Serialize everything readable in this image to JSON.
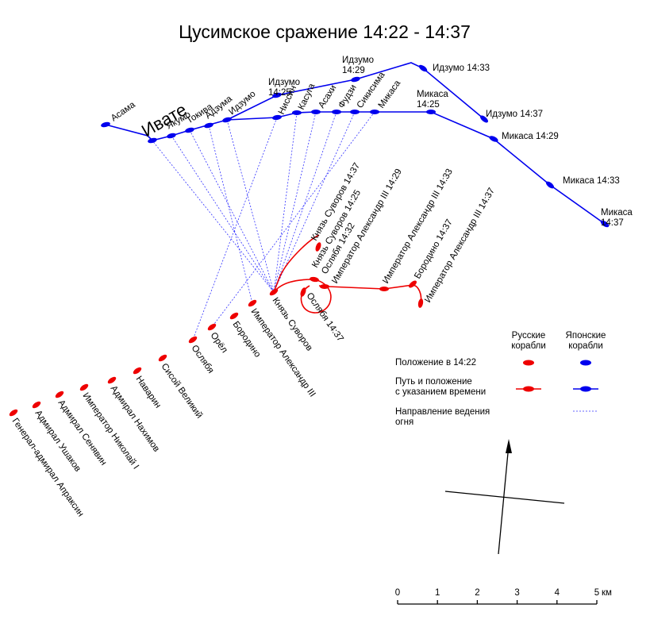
{
  "title": "Цусимское сражение 14:22 - 14:37",
  "colors": {
    "japanese": "#0000ee",
    "russian": "#ee0000",
    "fire": "#3333ff",
    "ink": "#000000"
  },
  "japanese_ships": [
    {
      "key": "asama",
      "label": "Асама"
    },
    {
      "key": "iwate",
      "label": "Ивате"
    },
    {
      "key": "yakumo",
      "label": "Якумо"
    },
    {
      "key": "tokiwa",
      "label": "Токива"
    },
    {
      "key": "azuma",
      "label": "Адзума"
    },
    {
      "key": "izumo",
      "label": "Идзумо"
    },
    {
      "key": "nisshin",
      "label": "Ниссин"
    },
    {
      "key": "kasuga",
      "label": "Касуга"
    },
    {
      "key": "asahi",
      "label": "Асахи"
    },
    {
      "key": "fuji",
      "label": "Фудзи"
    },
    {
      "key": "shikishima",
      "label": "Сикисима"
    },
    {
      "key": "mikasa",
      "label": "Микаса"
    }
  ],
  "japanese_track_labels": [
    {
      "key": "izumo-1425",
      "label": "Идзумо\n14:25"
    },
    {
      "key": "izumo-1429",
      "label": "Идзумо\n14:29"
    },
    {
      "key": "izumo-1433",
      "label": "Идзумо 14:33"
    },
    {
      "key": "izumo-1437",
      "label": "Идзумо 14:37"
    },
    {
      "key": "mikasa-1425",
      "label": "Микаса\n14:25"
    },
    {
      "key": "mikasa-1429",
      "label": "Микаса 14:29"
    },
    {
      "key": "mikasa-1433",
      "label": "Микаса 14:33"
    },
    {
      "key": "mikasa-1437",
      "label": "Микаса\n14:37"
    }
  ],
  "russian_ships": [
    {
      "key": "suvorov",
      "label": "Князь Суворов"
    },
    {
      "key": "alexander",
      "label": "Император Александр III"
    },
    {
      "key": "borodino",
      "label": "Бородино"
    },
    {
      "key": "orel",
      "label": "Орёл"
    },
    {
      "key": "oslyabya",
      "label": "Ослябя"
    },
    {
      "key": "sisoy",
      "label": "Сисой Великий"
    },
    {
      "key": "navarin",
      "label": "Наварин"
    },
    {
      "key": "nakhimov",
      "label": "Адмирал Нахимов"
    },
    {
      "key": "nikolai",
      "label": "Император Николай I"
    },
    {
      "key": "senyavin",
      "label": "Адмирал Сенявин"
    },
    {
      "key": "ushakov",
      "label": "Адмирал Ушаков"
    },
    {
      "key": "apraksin",
      "label": "Генерал-адмирал Апраксин"
    }
  ],
  "russian_track_labels": [
    {
      "key": "suvorov-1437",
      "label": "Князь Суворов 14:37"
    },
    {
      "key": "suvorov-1425",
      "label": "Князь Суворов 14:25"
    },
    {
      "key": "oslyabya-1432",
      "label": "Ослябя 14:32"
    },
    {
      "key": "alexander-1429",
      "label": "Император Александр III 14:29"
    },
    {
      "key": "alexander-1433",
      "label": "Император Александр III 14:33"
    },
    {
      "key": "borodino-1437",
      "label": "Бородино 14:37"
    },
    {
      "key": "alexander-1437",
      "label": "Император Александр III 14:37"
    },
    {
      "key": "oslyabya-1437",
      "label": "Ослябя 14:37"
    }
  ],
  "legend": {
    "col_russian": "Русские\nкорабли",
    "col_japanese": "Японские\nкорабли",
    "row_position": "Положение в 14:22",
    "row_track": "Путь и положение\nс указанием времени",
    "row_fire": "Направление ведения\nогня"
  },
  "scale": {
    "ticks": [
      "0",
      "1",
      "2",
      "3",
      "4",
      "5"
    ],
    "unit": "км"
  }
}
